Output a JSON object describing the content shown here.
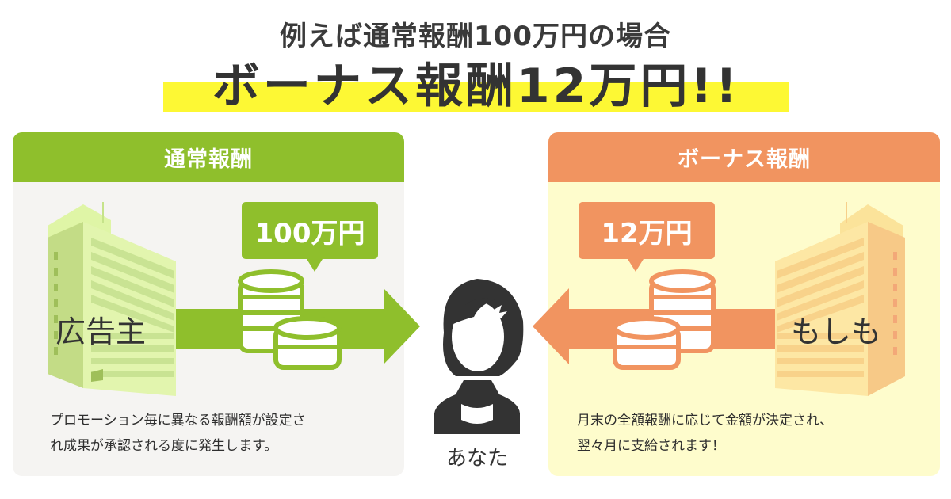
{
  "header": {
    "subtitle": "例えば通常報酬100万円の場合",
    "headline": "ボーナス報酬12万円!!"
  },
  "colors": {
    "green": "#8fbf2c",
    "orange": "#f19460",
    "highlight_yellow": "#fdf834",
    "left_panel_bg": "#f5f4f2",
    "right_panel_bg": "#fefccc",
    "text": "#333333"
  },
  "left_panel": {
    "title": "通常報酬",
    "amount": "100万円",
    "source_label": "広告主",
    "description_line1": "プロモーション毎に異なる報酬額が設定さ",
    "description_line2": "れ成果が承認される度に発生します。",
    "icons": [
      "building-icon",
      "coin-stack-icon",
      "arrow-right-icon"
    ]
  },
  "center": {
    "person_label": "あなた",
    "icon": "person-icon"
  },
  "right_panel": {
    "title": "ボーナス報酬",
    "amount": "12万円",
    "source_label": "もしも",
    "description_line1": "月末の全額報酬に応じて金額が決定され、",
    "description_line2": "翌々月に支給されます！",
    "icons": [
      "building-icon",
      "coin-stack-icon",
      "arrow-left-icon"
    ]
  }
}
